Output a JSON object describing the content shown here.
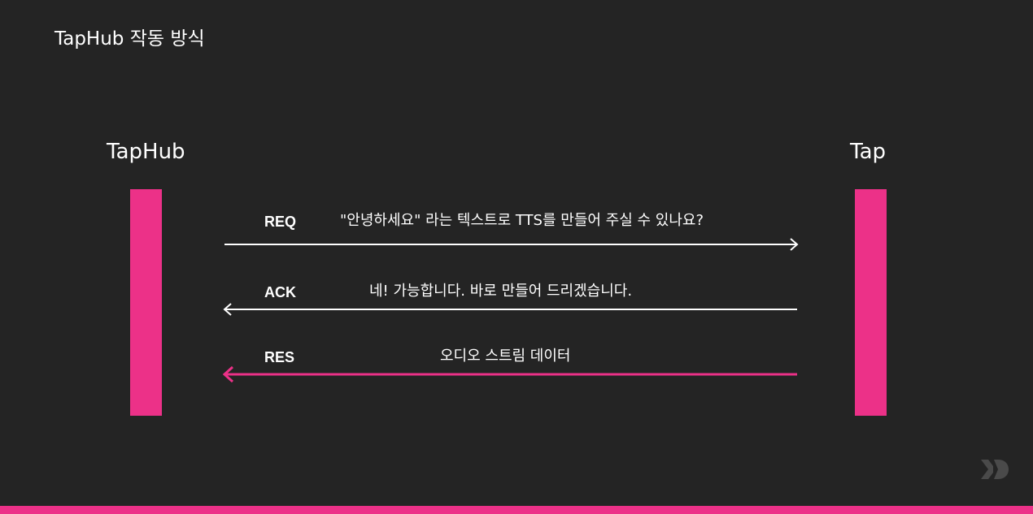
{
  "title": "TapHub 작동 방식",
  "actors": {
    "left": "TapHub",
    "right": "Tap"
  },
  "messages": [
    {
      "type": "REQ",
      "text": "\"안녕하세요\" 라는 텍스트로 TTS를 만들어 주실 수 있나요?",
      "direction": "left-to-right"
    },
    {
      "type": "ACK",
      "text": "네! 가능합니다. 바로 만들어 드리겠습니다.",
      "direction": "right-to-left"
    },
    {
      "type": "RES",
      "text": "오디오 스트림 데이터",
      "direction": "right-to-left"
    }
  ],
  "colors": {
    "background": "#242424",
    "accent": "#ec3188",
    "text": "#ffffff",
    "logo": "#4a4a4a"
  },
  "icons": {
    "watermark": "xd-logo-icon"
  }
}
